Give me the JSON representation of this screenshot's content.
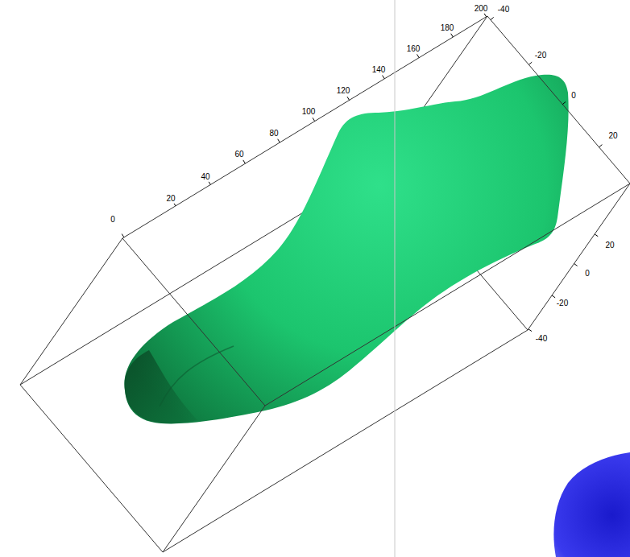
{
  "diagram": {
    "labels": [
      "0",
      "20",
      "40",
      "60",
      "80",
      "100",
      "120",
      "140",
      "160",
      "180",
      "200",
      "-40",
      "-20",
      "0",
      "20",
      "20",
      "0",
      "-20",
      "-40"
    ]
  }
}
